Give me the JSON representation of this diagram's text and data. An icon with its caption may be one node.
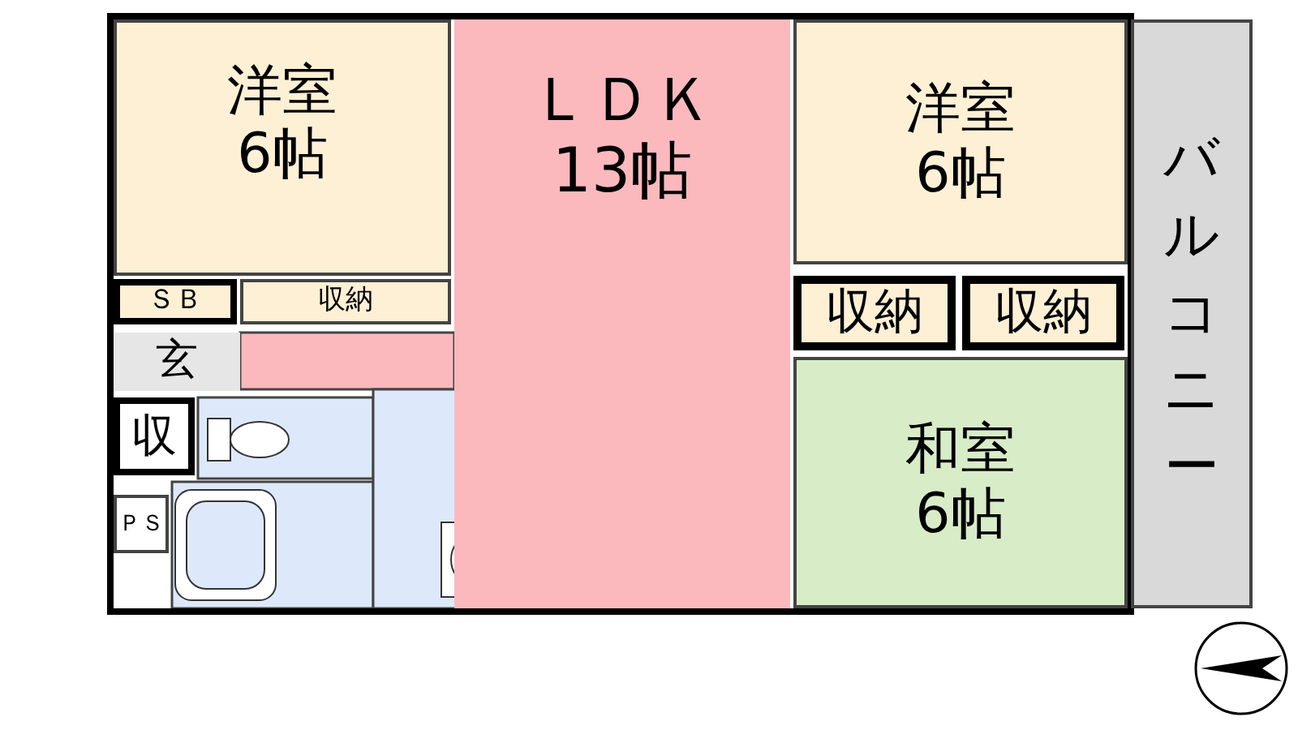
{
  "diagram": {
    "nodes": [
      {
        "text": [
          "洋室6帖"
        ]
      },
      {
        "text": [
          "ＳＢ"
        ]
      },
      {
        "text": [
          "収納"
        ]
      },
      {
        "text": [
          "ＬＤＫ13帖"
        ]
      },
      {
        "text": [
          "洋室6帖"
        ]
      },
      {
        "text": [
          "収納"
        ]
      },
      {
        "text": [
          "収納"
        ]
      },
      {
        "text": [
          "和室6帖"
        ]
      },
      {
        "text": [
          "バルコニー"
        ]
      },
      {
        "text": [
          "玄"
        ]
      },
      {
        "text": [
          "収"
        ]
      },
      {
        "text": [
          "ＰＳ"
        ]
      }
    ]
  }
}
